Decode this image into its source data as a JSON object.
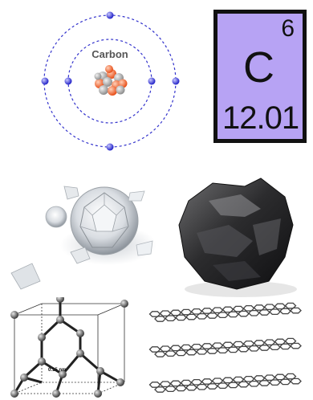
{
  "atom": {
    "label": "Carbon"
  },
  "element": {
    "atomic_number": "6",
    "symbol": "C",
    "atomic_mass": "12.01"
  },
  "lattice": {
    "bond_length": "0.15 nm"
  },
  "colors": {
    "card": "#b7a3f4",
    "electron": "#3b3bdc",
    "orbit": "#3333cc",
    "proton": "#ff6a2c",
    "neutron": "#a8a8a8"
  }
}
